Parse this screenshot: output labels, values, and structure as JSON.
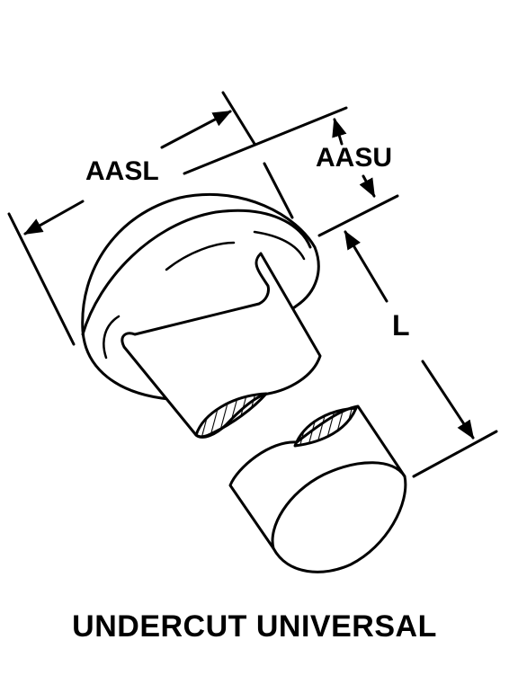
{
  "labels": {
    "aasl": "AASL",
    "aasu": "AASU",
    "length": "L"
  },
  "caption": "UNDERCUT UNIVERSAL",
  "colors": {
    "ink": "#000000",
    "paper": "#ffffff"
  }
}
